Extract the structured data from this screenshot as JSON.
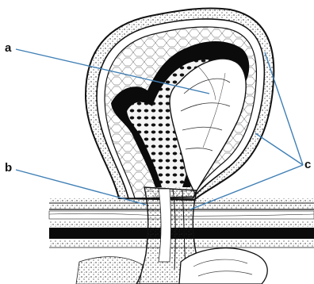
{
  "labels": {
    "a": "a",
    "b": "b",
    "c": "c"
  },
  "colors": {
    "leader_line": "#3f7fb5",
    "ink": "#111111",
    "fill_light": "#ffffff",
    "fill_dark": "#0b0b0b"
  }
}
